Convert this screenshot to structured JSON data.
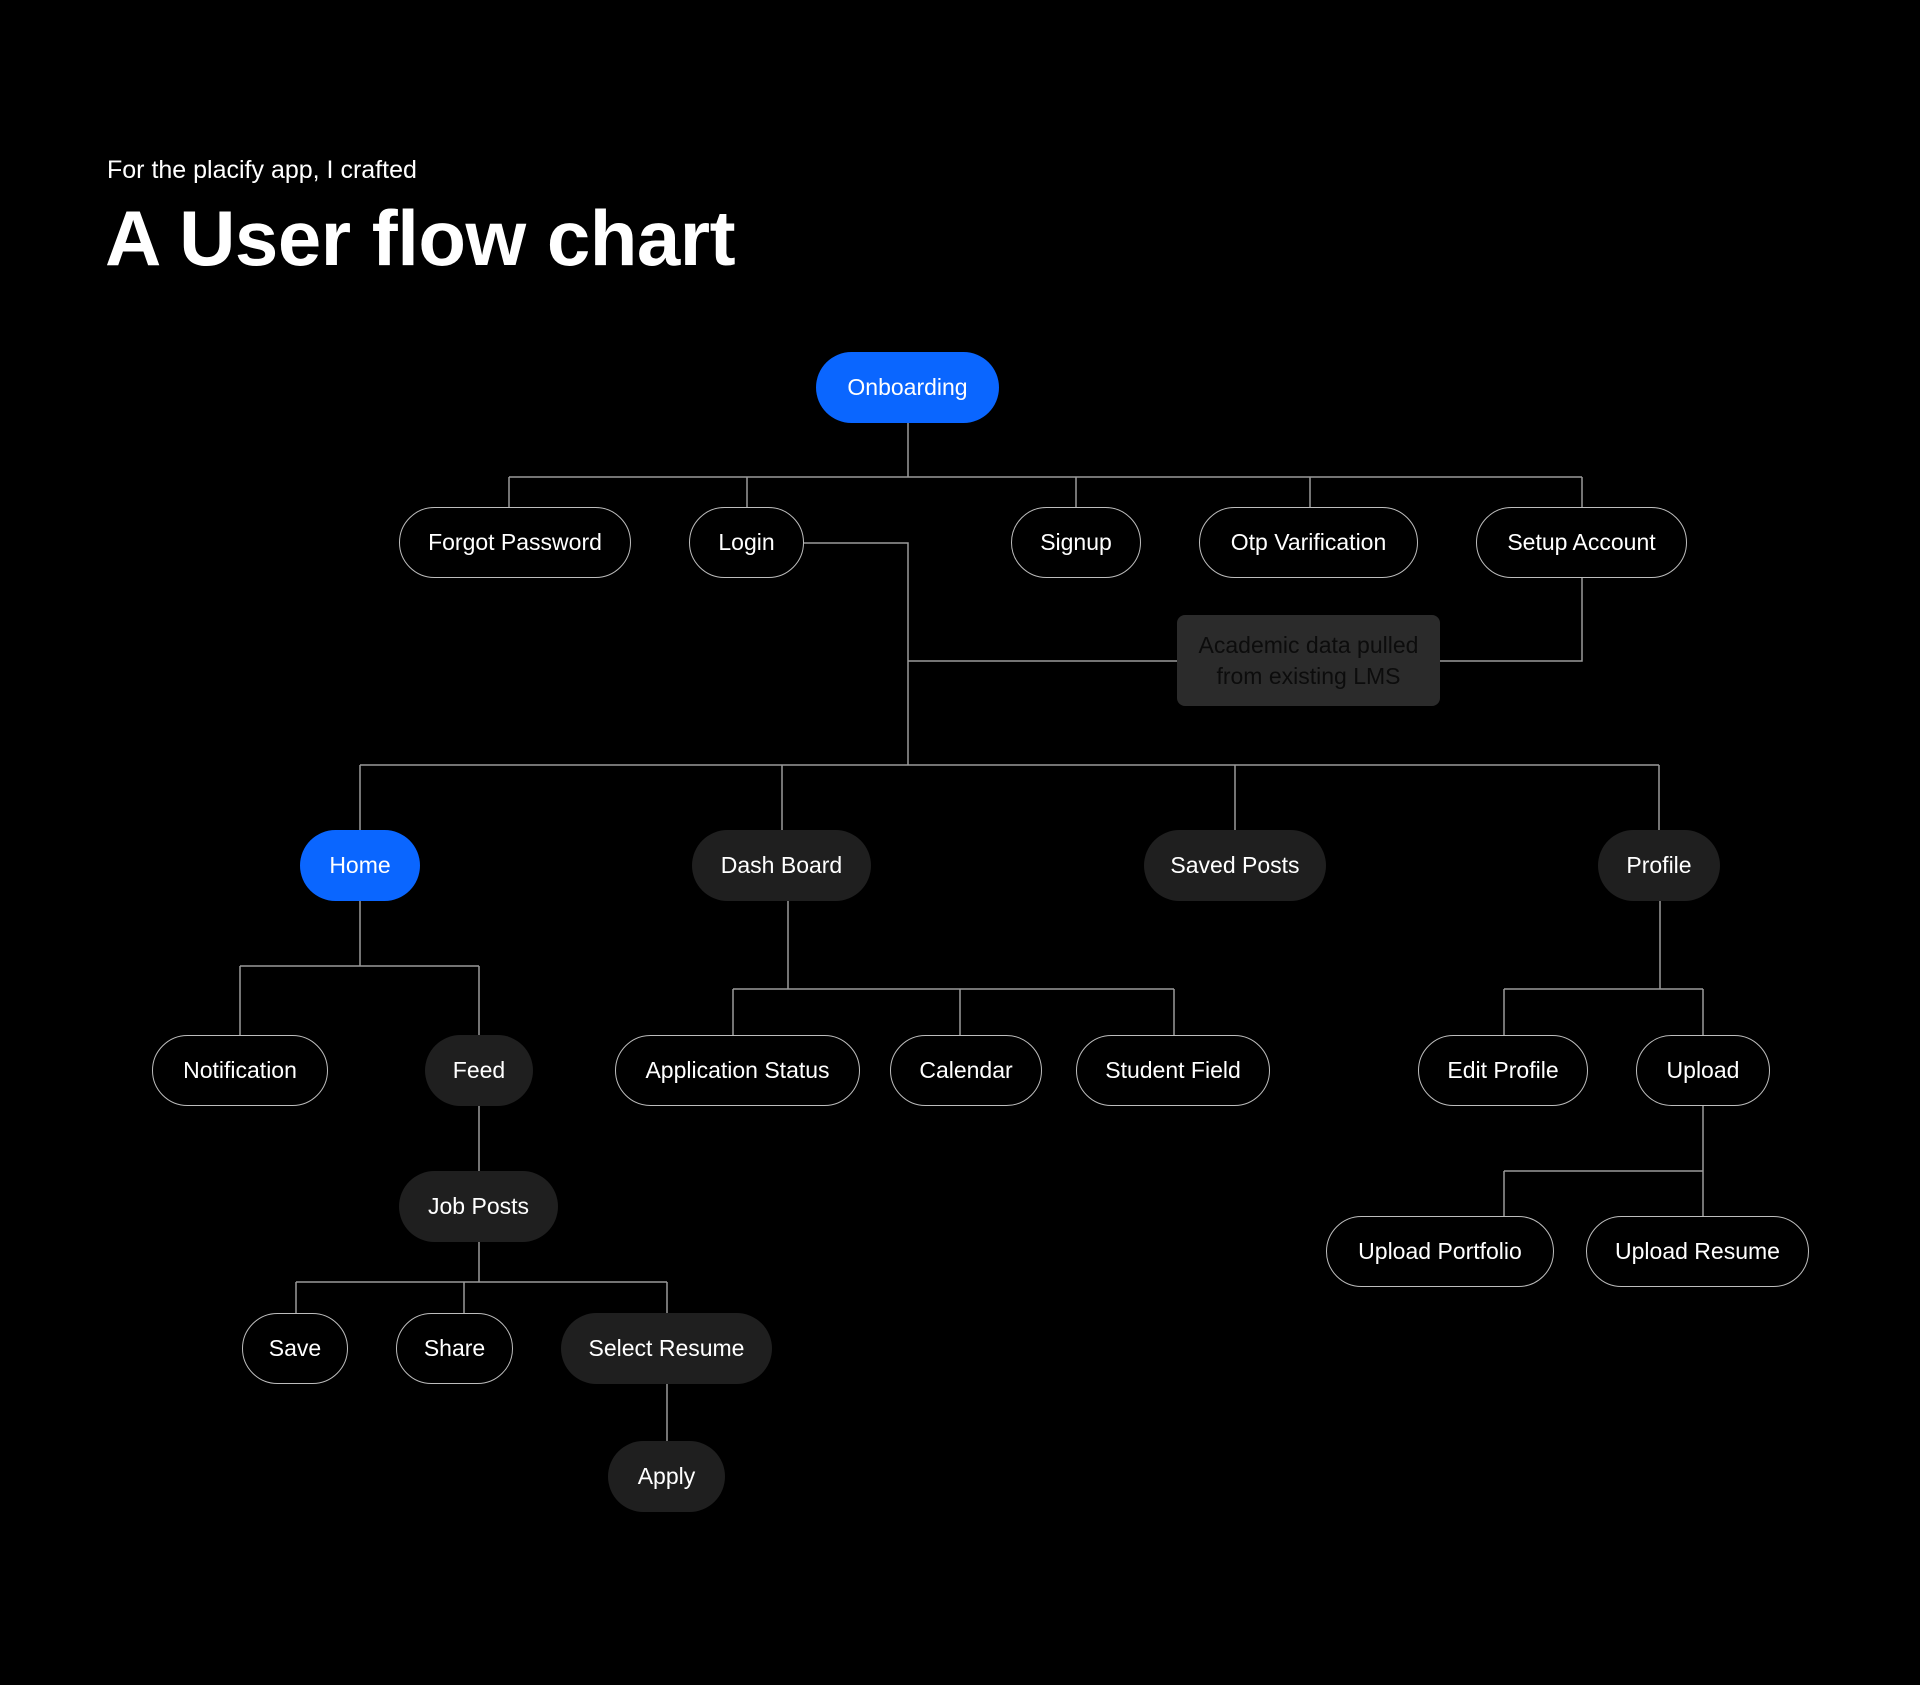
{
  "header": {
    "subtitle": "For the placify app, I crafted",
    "title": "A User flow chart"
  },
  "colors": {
    "background": "#000000",
    "accent": "#0a66ff",
    "filled_node": "#1f1f1f",
    "note_background": "#2b2b2b",
    "connector": "#9a9a9a"
  },
  "nodes": {
    "onboarding": "Onboarding",
    "forgot_password": "Forgot Password",
    "login": "Login",
    "signup": "Signup",
    "otp_varification": "Otp Varification",
    "setup_account": "Setup Account",
    "home": "Home",
    "dash_board": "Dash Board",
    "saved_posts": "Saved Posts",
    "profile": "Profile",
    "notification": "Notification",
    "feed": "Feed",
    "job_posts": "Job Posts",
    "save": "Save",
    "share": "Share",
    "select_resume": "Select Resume",
    "apply": "Apply",
    "application_status": "Application Status",
    "calendar": "Calendar",
    "student_field": "Student Field",
    "edit_profile": "Edit Profile",
    "upload": "Upload",
    "upload_portfolio": "Upload Portfolio",
    "upload_resume": "Upload Resume"
  },
  "note": {
    "line1": "Academic data pulled",
    "line2": "from existing LMS"
  }
}
